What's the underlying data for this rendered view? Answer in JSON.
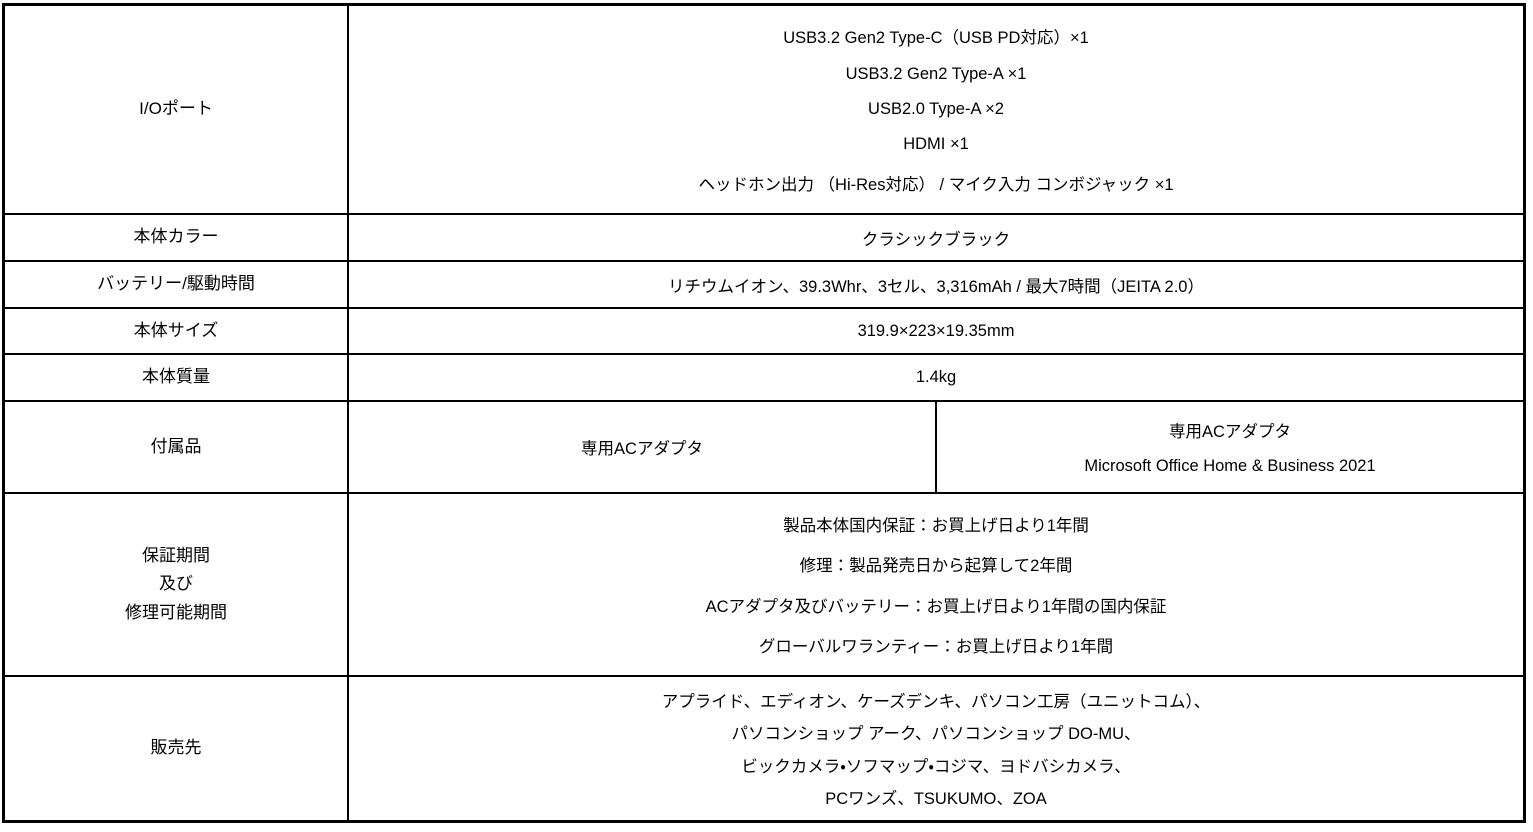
{
  "colors": {
    "border": "#000000",
    "text": "#000000",
    "background": "#ffffff"
  },
  "table": {
    "rows": [
      {
        "label": "I/Oポート",
        "lines": [
          "USB3.2 Gen2 Type-C（USB PD対応）×1",
          "USB3.2 Gen2 Type-A ×1",
          "USB2.0 Type-A ×2",
          "HDMI ×1",
          "ヘッドホン出力 （Hi-Res対応） / マイク入力 コンボジャック ×1"
        ]
      },
      {
        "label": "本体カラー",
        "lines": [
          "クラシックブラック"
        ]
      },
      {
        "label": "バッテリー/駆動時間",
        "lines": [
          "リチウムイオン、39.3Whr、3セル、3,316mAh / 最大7時間（JEITA 2.0）"
        ]
      },
      {
        "label": "本体サイズ",
        "lines": [
          "319.9×223×19.35mm"
        ]
      },
      {
        "label": "本体質量",
        "lines": [
          "1.4kg"
        ]
      },
      {
        "label": "付属品",
        "col_a": [
          "専用ACアダプタ"
        ],
        "col_b": [
          "専用ACアダプタ",
          "Microsoft Office Home & Business 2021"
        ]
      },
      {
        "label_lines": [
          "保証期間",
          "及び",
          "修理可能期間"
        ],
        "lines": [
          "製品本体国内保証：お買上げ日より1年間",
          "修理：製品発売日から起算して2年間",
          "ACアダプタ及びバッテリー：お買上げ日より1年間の国内保証",
          "グローバルワランティー：お買上げ日より1年間"
        ]
      },
      {
        "label": "販売先",
        "lines": [
          "アプライド、エディオン、ケーズデンキ、パソコン工房（ユニットコム）、",
          "パソコンショップ アーク、パソコンショップ DO-MU、",
          "ビックカメラ・ソフマップ・コジマ、ヨドバシカメラ、",
          "PCワンズ、TSUKUMO、ZOA"
        ]
      }
    ]
  }
}
